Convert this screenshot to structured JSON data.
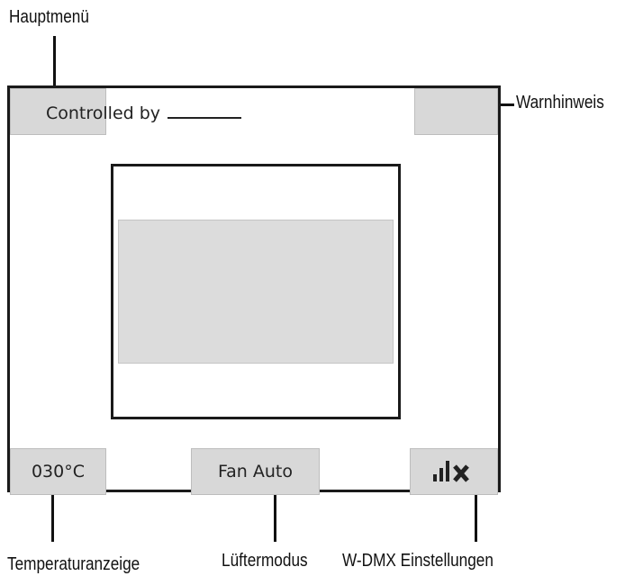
{
  "callouts": {
    "main_menu": "Hauptmenü",
    "warning": "Warnhinweis",
    "temperature": "Temperaturanzeige",
    "fan_mode": "Lüftermodus",
    "wdmx": "W-DMX Einstellungen"
  },
  "screen": {
    "controlled_by": "Controlled by",
    "temperature_value": "030°C",
    "fan_mode_value": "Fan Auto"
  },
  "icons": {
    "wdmx": "signal-bars-x-icon"
  },
  "colors": {
    "panel_gray": "#d8d8d8",
    "frame": "#1a1a1a"
  }
}
